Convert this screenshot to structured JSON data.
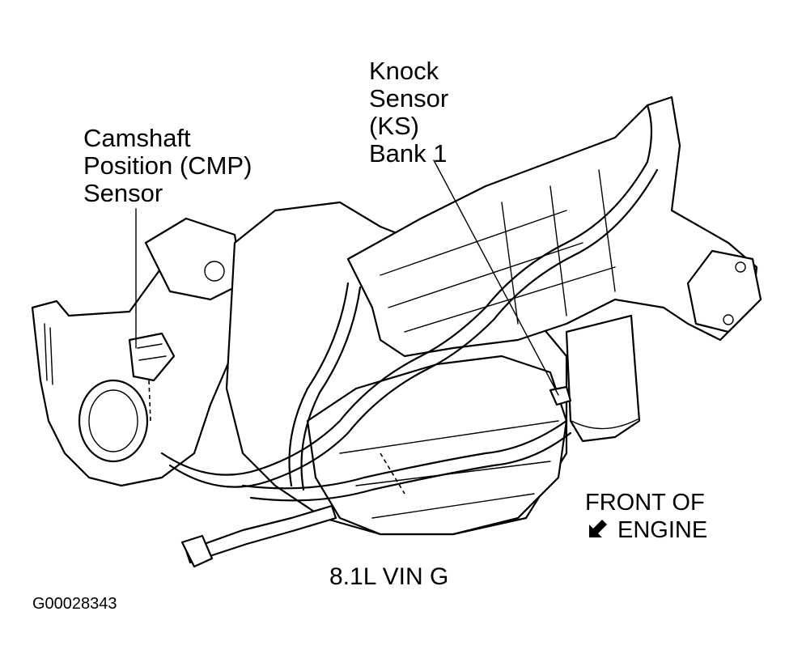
{
  "labels": {
    "cmp_line1": "Camshaft",
    "cmp_line2": "Position (CMP)",
    "cmp_line3": "Sensor",
    "ks_line1": "Knock",
    "ks_line2": "Sensor",
    "ks_line3": "(KS)",
    "ks_line4": "Bank 1",
    "front_line1": "FRONT OF",
    "front_line2": "ENGINE",
    "caption": "8.1L VIN G",
    "figure_id": "G00028343"
  },
  "icons": {
    "front_arrow": "arrow-down-left-icon"
  }
}
